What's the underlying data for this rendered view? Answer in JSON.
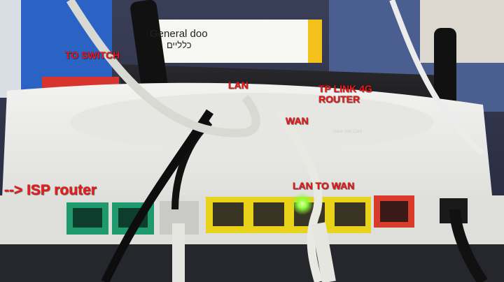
{
  "labels": {
    "to_switch": "TO SWITCH",
    "lan": "LAN",
    "tp_link": "TP LINK 4G\nROUTER",
    "wan": "WAN",
    "isp_router": "--> ISP router",
    "lan_to_wan": "LAN TO WAN"
  },
  "sticker": {
    "line1": "General doo",
    "line2": "כלליים"
  },
  "device_text": {
    "sim_slot": "Nano SIM Card"
  },
  "colors": {
    "annotation": "#f01818",
    "port_green": "#1f9a6e",
    "port_yellow": "#e8d21a",
    "port_red": "#d83a2c",
    "led_green": "#8cff3a"
  }
}
